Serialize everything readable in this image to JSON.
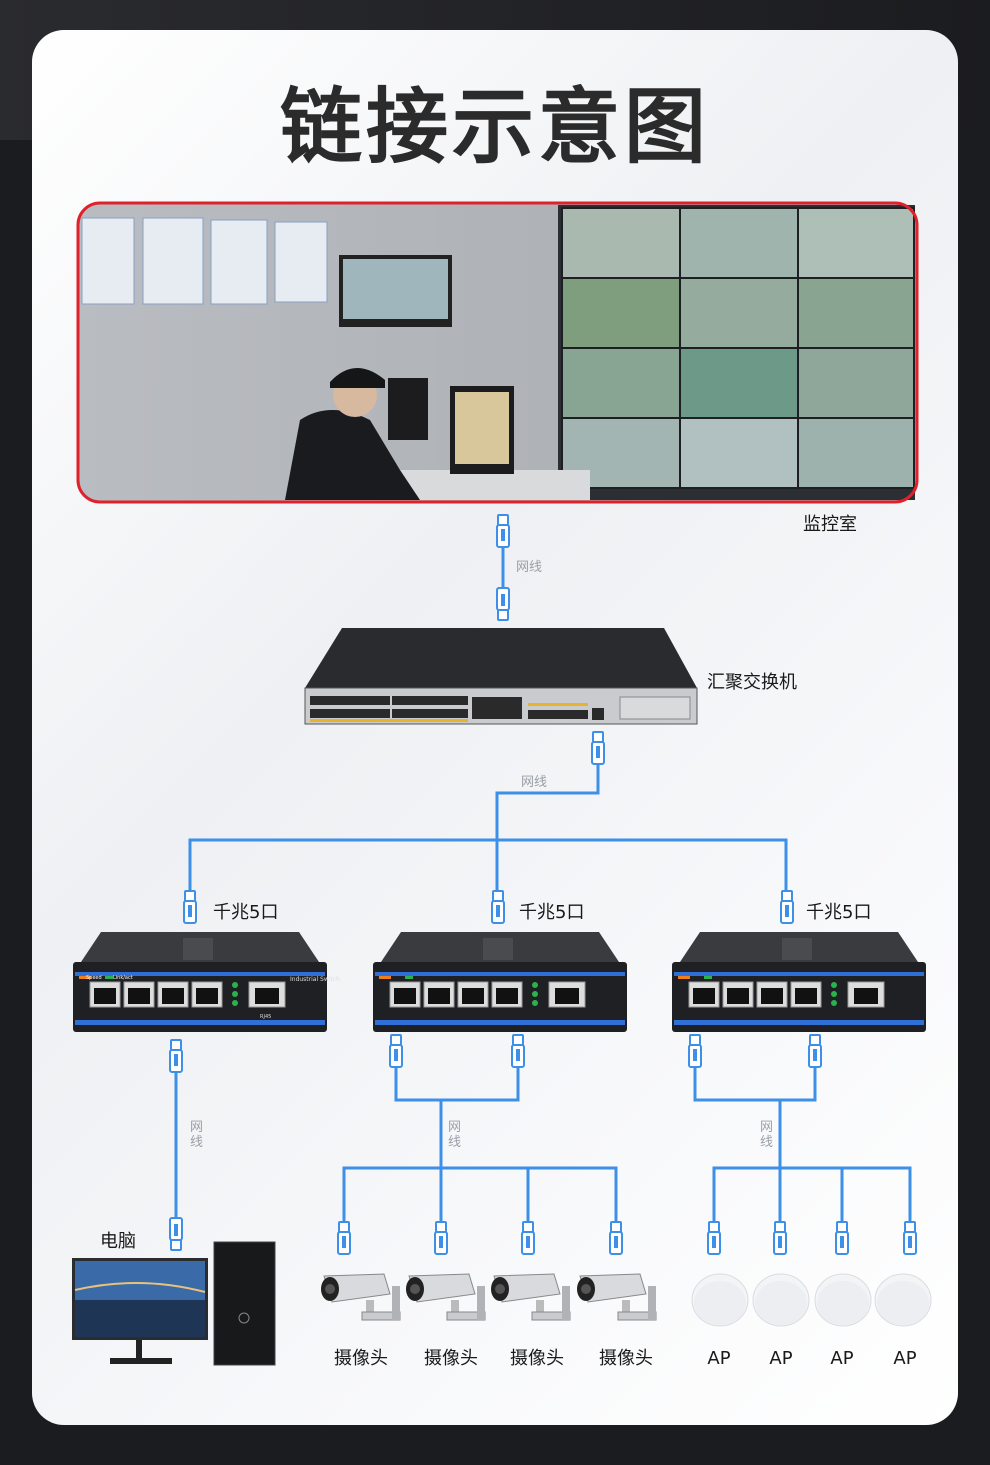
{
  "title": "链接示意图",
  "monitor_room": {
    "label": "监控室"
  },
  "core_switch": {
    "label": "汇聚交换机"
  },
  "cable_label": "网线",
  "cable_label_vertical": [
    "网",
    "线"
  ],
  "access_switches": [
    {
      "label": "千兆5口"
    },
    {
      "label": "千兆5口"
    },
    {
      "label": "千兆5口"
    }
  ],
  "switch_panel": {
    "brand_text": "Industrial Switch",
    "port_label": "RJ45",
    "legend": [
      "Speed",
      "Link/act"
    ]
  },
  "pc": {
    "label": "电脑"
  },
  "cameras": [
    {
      "label": "摄像头"
    },
    {
      "label": "摄像头"
    },
    {
      "label": "摄像头"
    },
    {
      "label": "摄像头"
    }
  ],
  "aps": [
    {
      "label": "AP"
    },
    {
      "label": "AP"
    },
    {
      "label": "AP"
    },
    {
      "label": "AP"
    }
  ],
  "colors": {
    "cable": "#3d8fe8",
    "photo_border": "#e0212b",
    "card": "#f4f5f7",
    "background": "#1b1c1f"
  }
}
